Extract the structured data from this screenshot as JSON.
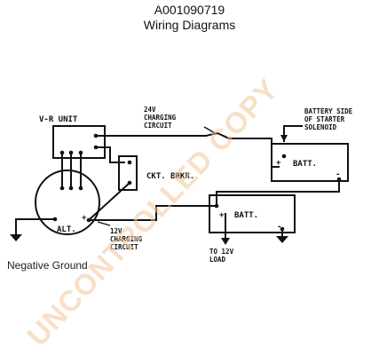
{
  "header": {
    "doc_id": "A001090719",
    "title": "Wiring Diagrams"
  },
  "diagram": {
    "vr_unit_label": "V-R UNIT",
    "charging_24v": [
      "24V",
      "CHARGING",
      "CIRCUIT"
    ],
    "battery_side": [
      "BATTERY SIDE",
      "OF STARTER",
      "SOLENOID"
    ],
    "battery_upper_label": "BATT.",
    "battery_lower_label": "BATT.",
    "ckt_brkr_label": "CKT. BRKR.",
    "alt_label": "ALT.",
    "charging_12v": [
      "12V",
      "CHARGING",
      "CIRCUIT"
    ],
    "load_label": [
      "TO 12V",
      "LOAD"
    ],
    "plus_sign": "+",
    "minus_sign": "-"
  },
  "caption": "Negative Ground",
  "watermark": "UNCONTROLLED COPY"
}
